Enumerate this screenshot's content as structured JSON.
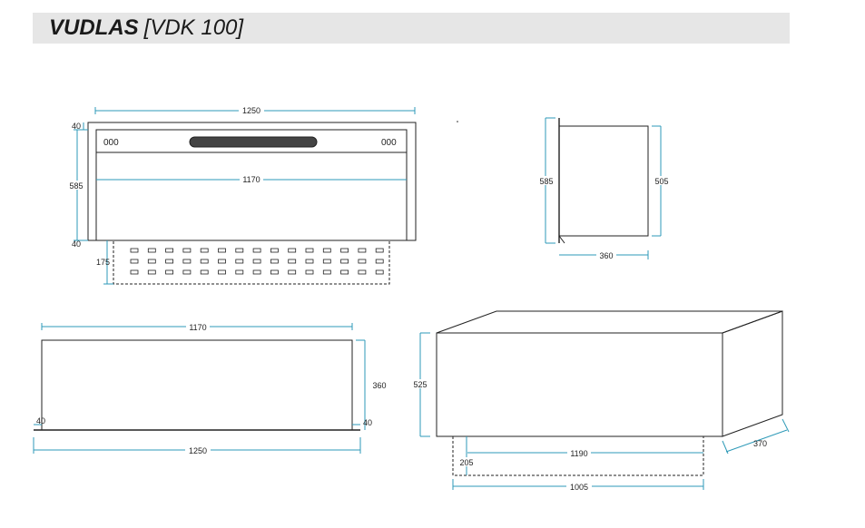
{
  "header": {
    "name": "VUDLAS",
    "code": "[VDK 100]"
  },
  "front_view": {
    "width_label": "1250",
    "inner_width_label": "1170",
    "height_label": "585",
    "top_frame_label": "40",
    "bottom_frame_label": "40",
    "box_depth_label": "175",
    "left_indicator": "000",
    "right_indicator": "000"
  },
  "side_view": {
    "outer_height_label": "585",
    "inner_height_label": "505",
    "depth_label": "360"
  },
  "top_view": {
    "inner_width_label": "1170",
    "depth_label": "360",
    "left_label": "40",
    "right_label": "40",
    "outer_width_label": "1250"
  },
  "iso_view": {
    "height_label": "525",
    "width_label": "1190",
    "depth_label": "370",
    "recess_label": "205",
    "recess_width_label": "1005"
  },
  "colors": {
    "line": "#222222",
    "dimension": "#2e9ab8",
    "header_bg": "#e6e6e6"
  }
}
